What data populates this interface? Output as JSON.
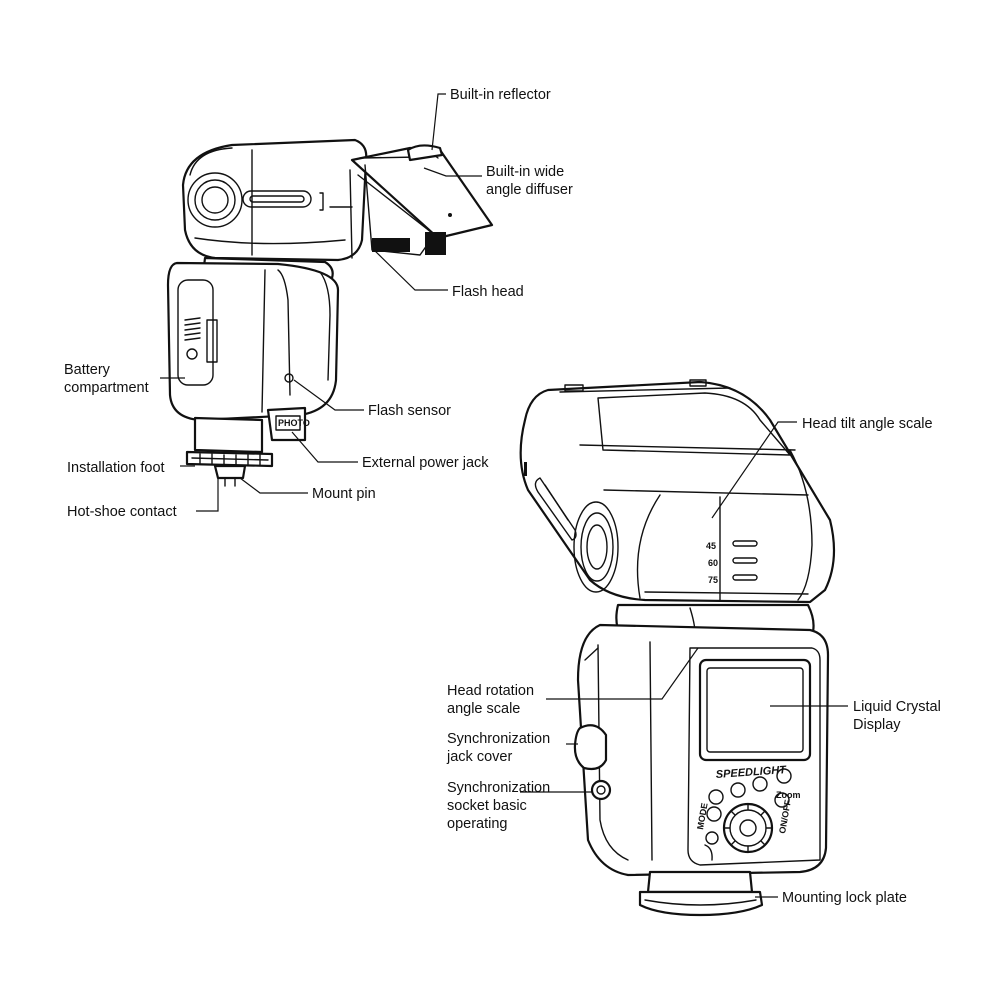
{
  "labels": {
    "built_in_reflector": "Built-in reflector",
    "built_in_wide_line1": "Built-in wide",
    "built_in_wide_line2": "angle diffuser",
    "flash_head": "Flash head",
    "battery_line1": "Battery",
    "battery_line2": "compartment",
    "flash_sensor": "Flash sensor",
    "external_power_jack": "External power jack",
    "installation_foot": "Installation foot",
    "mount_pin": "Mount pin",
    "hot_shoe_contact": "Hot-shoe contact",
    "head_tilt_angle_scale": "Head tilt angle scale",
    "head_rotation_line1": "Head rotation",
    "head_rotation_line2": "angle scale",
    "lcd_line1": "Liquid Crystal",
    "lcd_line2": "Display",
    "sync_jack_line1": "Synchronization",
    "sync_jack_line2": "jack cover",
    "sync_socket_line1": "Synchronization",
    "sync_socket_line2": "socket basic",
    "sync_socket_line3": "operating",
    "mounting_lock_plate": "Mounting lock plate"
  },
  "device_markings": {
    "brand": "SPEEDLIGHT",
    "photo": "PHOTO",
    "tilt_45": "45",
    "tilt_60": "60",
    "tilt_75": "75",
    "mode": "MODE",
    "on_off": "ON/OFF",
    "zoom": "Zoom"
  }
}
